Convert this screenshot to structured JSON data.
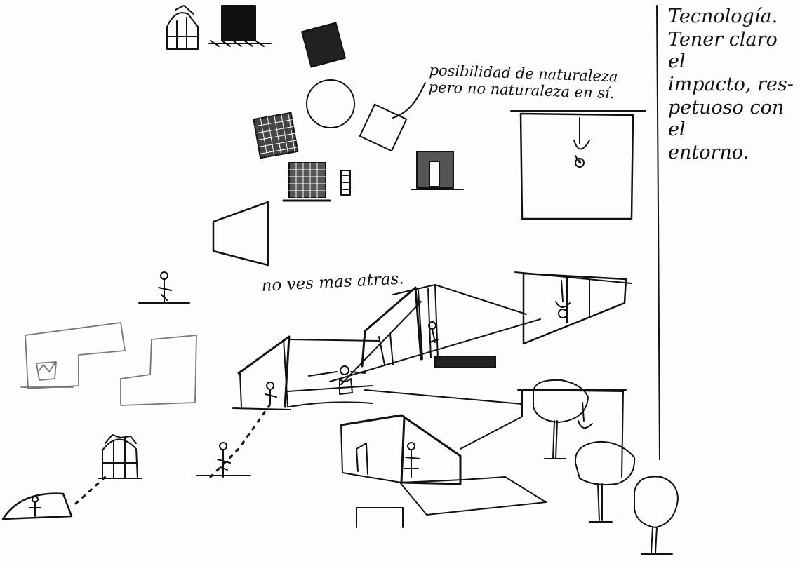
{
  "notes": {
    "right": {
      "lines": [
        "Tecnología.",
        "Tener claro el",
        "impacto, res-",
        "petuoso con el",
        "entorno."
      ]
    },
    "naturaleza": {
      "lines": [
        "posibilidad de naturaleza",
        "pero no naturaleza en sí."
      ]
    },
    "atras": "no ves mas atras."
  },
  "colors": {
    "ink": "#111111",
    "paper": "#fdfdfb",
    "faint": "#777777"
  }
}
